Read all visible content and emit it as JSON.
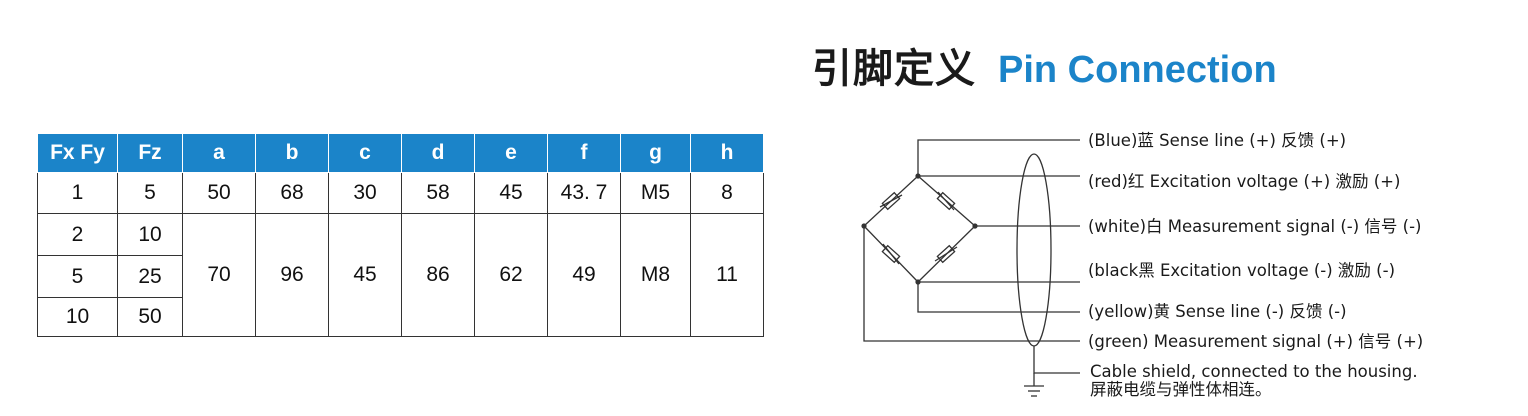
{
  "header": {
    "title_cn": "引脚定义",
    "title_en": "Pin Connection"
  },
  "table": {
    "headers": [
      "Fx Fy",
      "Fz",
      "a",
      "b",
      "c",
      "d",
      "e",
      "f",
      "g",
      "h"
    ],
    "row1": [
      "1",
      "5",
      "50",
      "68",
      "30",
      "58",
      "45",
      "43. 7",
      "M5",
      "8"
    ],
    "group_fxfy": [
      "2",
      "5",
      "10"
    ],
    "group_fz": [
      "10",
      "25",
      "50"
    ],
    "group_shared": [
      "70",
      "96",
      "45",
      "86",
      "62",
      "49",
      "M8",
      "11"
    ]
  },
  "pins": [
    {
      "label": "(Blue)蓝   Sense line (+) 反馈 (+)"
    },
    {
      "label": "(red)红  Excitation voltage (+) 激励 (+)"
    },
    {
      "label": "(white)白    Measurement signal (-) 信号 (-)"
    },
    {
      "label": "(black黑  Excitation voltage (-) 激励 (-)"
    },
    {
      "label": " (yellow)黄  Sense line (-) 反馈 (-)"
    },
    {
      "label": "(green)     Measurement signal (+) 信号 (+)"
    }
  ],
  "shield": {
    "line1": "Cable shield, connected to the housing.",
    "line2": "屏蔽电缆与弹性体相连。"
  },
  "colors": {
    "accent": "#1b84c9",
    "line": "#333333"
  }
}
